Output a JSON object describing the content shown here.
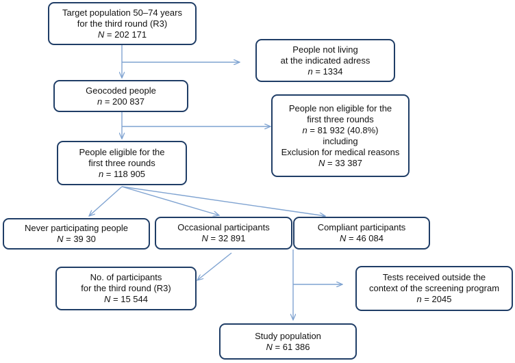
{
  "colors": {
    "box_border": "#1f3d66",
    "connector": "#7fa3d1"
  },
  "boxes": {
    "target": {
      "line1": "Target population 50–74 years",
      "line2": "for the third round (R3)",
      "var": "N",
      "value": " = 202 171"
    },
    "not_living": {
      "line1": "People not living",
      "line2": "at the indicated adress",
      "var": "n",
      "value": " = 1334"
    },
    "geocoded": {
      "line1": "Geocoded people",
      "var": "n",
      "value": " = 200 837"
    },
    "non_eligible": {
      "line1": "People non eligible for the",
      "line2": "first  three rounds",
      "var": "n",
      "value": " = 81 932 (40.8%)",
      "line4": "including",
      "line5": "Exclusion for medical reasons",
      "var2": "N",
      "value2": " = 33 387"
    },
    "eligible": {
      "line1": "People eligible for the",
      "line2": "first three rounds",
      "var": "n",
      "value": " = 118 905"
    },
    "never": {
      "line1": "Never participating people",
      "var": "N",
      "value": " = 39 30"
    },
    "occasional": {
      "line1": "Occasional participants",
      "var": "N",
      "value": " = 32 891"
    },
    "compliant": {
      "line1": "Compliant participants",
      "var": "N",
      "value": " = 46 084"
    },
    "third_round": {
      "line1": "No. of participants",
      "line2": "for the third round (R3)",
      "var": "N",
      "value": " = 15 544"
    },
    "outside": {
      "line1": "Tests received outside the",
      "line2": "context of the screening program",
      "var": "n",
      "value": " = 2045"
    },
    "study": {
      "line1": "Study population",
      "var": "N",
      "value": " = 61 386"
    }
  }
}
